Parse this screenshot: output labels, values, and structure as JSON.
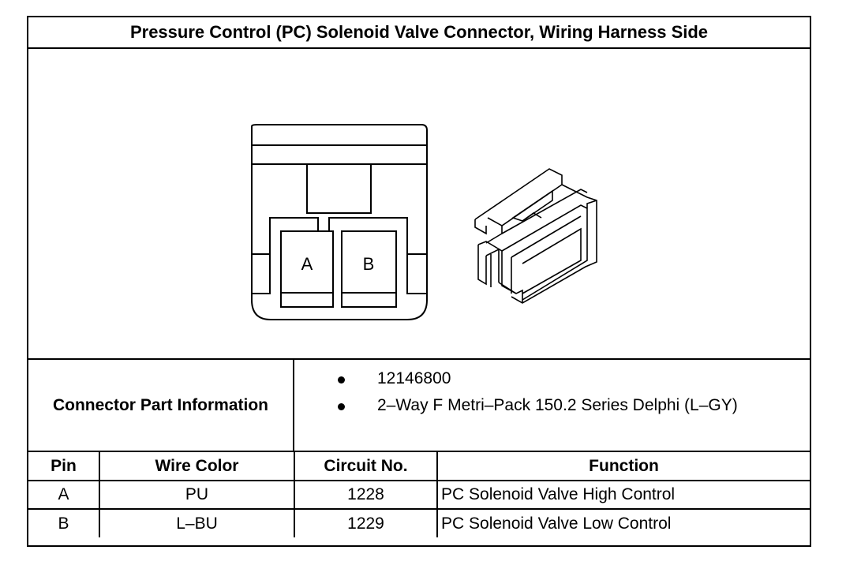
{
  "title": "Pressure Control (PC) Solenoid Valve Connector, Wiring Harness Side",
  "figure": {
    "pin_labels": [
      "A",
      "B"
    ]
  },
  "connector_info": {
    "label": "Connector Part Information",
    "items": [
      "12146800",
      "2–Way F Metri–Pack 150.2 Series Delphi (L–GY)"
    ]
  },
  "pin_table": {
    "headers": [
      "Pin",
      "Wire Color",
      "Circuit No.",
      "Function"
    ],
    "rows": [
      [
        "A",
        "PU",
        "1228",
        "PC Solenoid Valve High Control"
      ],
      [
        "B",
        "L–BU",
        "1229",
        "PC Solenoid Valve Low Control"
      ]
    ]
  }
}
